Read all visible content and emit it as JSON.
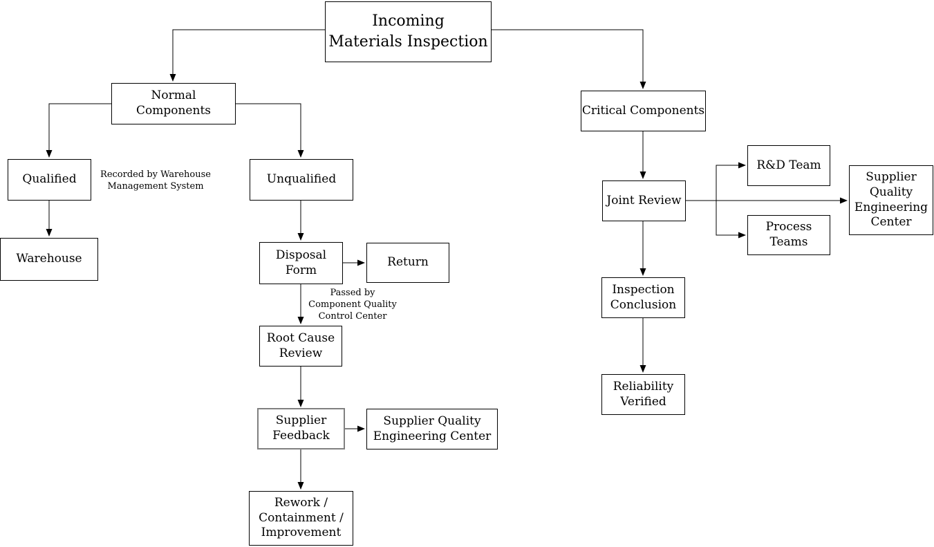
{
  "diagram": {
    "type": "flowchart",
    "background": "#ffffff",
    "colors": {
      "line": "#000000",
      "box_border": "#000000",
      "box_fill": "#ffffff",
      "highlight_border": "#808080",
      "text": "#000000"
    },
    "nodes": {
      "title": {
        "label": [
          "Incoming",
          "Materials Inspection"
        ]
      },
      "normal": {
        "label": "Normal Components"
      },
      "critical": {
        "label": "Critical Components"
      },
      "qualified": {
        "label": "Qualified"
      },
      "unqualified": {
        "label": "Unqualified"
      },
      "warehouse": {
        "label": "Warehouse"
      },
      "disposal": {
        "label": [
          "Disposal",
          "Form"
        ]
      },
      "return": {
        "label": "Return"
      },
      "root_cause": {
        "label": [
          "Root Cause",
          "Review"
        ]
      },
      "supplier_feedback": {
        "label": [
          "Supplier",
          "Feedback"
        ],
        "highlighted": true
      },
      "sqec_mid": {
        "label": [
          "Supplier Quality",
          "Engineering Center"
        ]
      },
      "rework": {
        "label": [
          "Rework /",
          "Containment /",
          "Improvement"
        ]
      },
      "joint_review": {
        "label": "Joint Review"
      },
      "rd_team": {
        "label": "R&D Team"
      },
      "process_teams": {
        "label": [
          "Process",
          "Teams"
        ]
      },
      "sqec_right": {
        "label": [
          "Supplier",
          "Quality",
          "Engineering",
          "Center"
        ]
      },
      "inspection_conclusion": {
        "label": [
          "Inspection",
          "Conclusion"
        ]
      },
      "reliability_verified": {
        "label": [
          "Reliability",
          "Verified"
        ]
      }
    },
    "annotations": {
      "recorded_note": [
        "Recorded by Warehouse",
        "Management System"
      ],
      "passed_note": [
        "Passed by",
        "Component Quality",
        "Control Center"
      ]
    },
    "edges": [
      {
        "from": "title",
        "to": "normal"
      },
      {
        "from": "title",
        "to": "critical"
      },
      {
        "from": "normal",
        "to": "qualified"
      },
      {
        "from": "normal",
        "to": "unqualified"
      },
      {
        "from": "qualified",
        "to": "warehouse"
      },
      {
        "from": "unqualified",
        "to": "disposal"
      },
      {
        "from": "disposal",
        "to": "return"
      },
      {
        "from": "disposal",
        "to": "root_cause"
      },
      {
        "from": "root_cause",
        "to": "supplier_feedback"
      },
      {
        "from": "supplier_feedback",
        "to": "sqec_mid"
      },
      {
        "from": "supplier_feedback",
        "to": "rework"
      },
      {
        "from": "critical",
        "to": "joint_review"
      },
      {
        "from": "joint_review",
        "to": "rd_team"
      },
      {
        "from": "joint_review",
        "to": "process_teams"
      },
      {
        "from": "joint_review",
        "to": "sqec_right"
      },
      {
        "from": "joint_review",
        "to": "inspection_conclusion"
      },
      {
        "from": "inspection_conclusion",
        "to": "reliability_verified"
      }
    ]
  }
}
